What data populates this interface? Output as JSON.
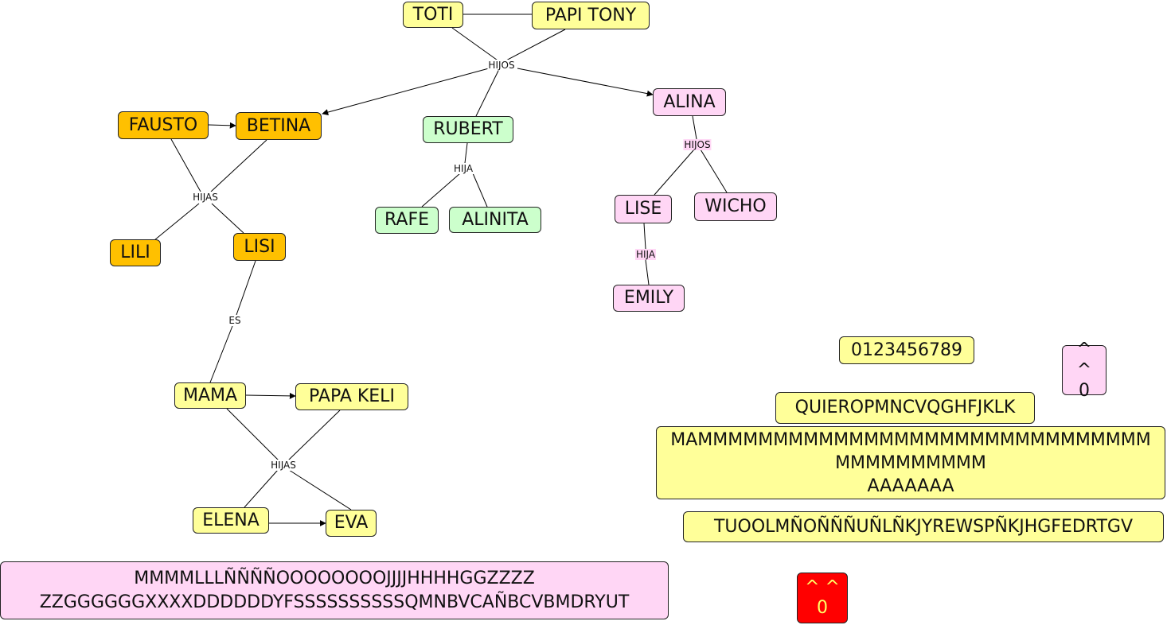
{
  "nodes": {
    "toti": "TOTI",
    "papi_tony": "PAPI TONY",
    "fausto": "FAUSTO",
    "betina": "BETINA",
    "rubert": "RUBERT",
    "alina": "ALINA",
    "lili": "LILI",
    "lisi": "LISI",
    "rafe": "RAFE",
    "alinita": "ALINITA",
    "lise": "LISE",
    "wicho": "WICHO",
    "emily": "EMILY",
    "mama": "MAMA",
    "papa_keli": "PAPA KELI",
    "elena": "ELENA",
    "eva": "EVA",
    "digits": "0123456789",
    "face_pink": "^ ^\n0",
    "quiero": "QUIEROPMNCVQGHFJKLK",
    "mam_block": "MAMMMMMMMMMMMMMMMMMMMMMMMMMMMMMM\nMMMMMMMMMM\nAAAAAAA",
    "tuool": "TUOOLMÑOÑÑÑUÑLÑKJYREWSPÑKJHGFEDRTGV",
    "mmmm_block": "MMMMLLLÑÑÑÑOOOOOOOOJJJJHHHHGGZZZZ\nZZGGGGGGXXXXDDDDDDYFSSSSSSSSSSQMNBVCAÑBCVBMDRYUT",
    "face_red": "^  ^\n0"
  },
  "edge_labels": {
    "hijos_top": "HIJOS",
    "hijas_fausto": "HIJAS",
    "hija_rubert": "HIJA",
    "hijos_alina": "HIJOS",
    "hija_lise": "HIJA",
    "es_lisi": "ES",
    "hijas_mama": "HIJAS"
  },
  "colors": {
    "yellow": "#ffff99",
    "orange": "#ffc000",
    "green": "#ccffcc",
    "pink": "#ffd6f5",
    "red": "#ff0000"
  }
}
